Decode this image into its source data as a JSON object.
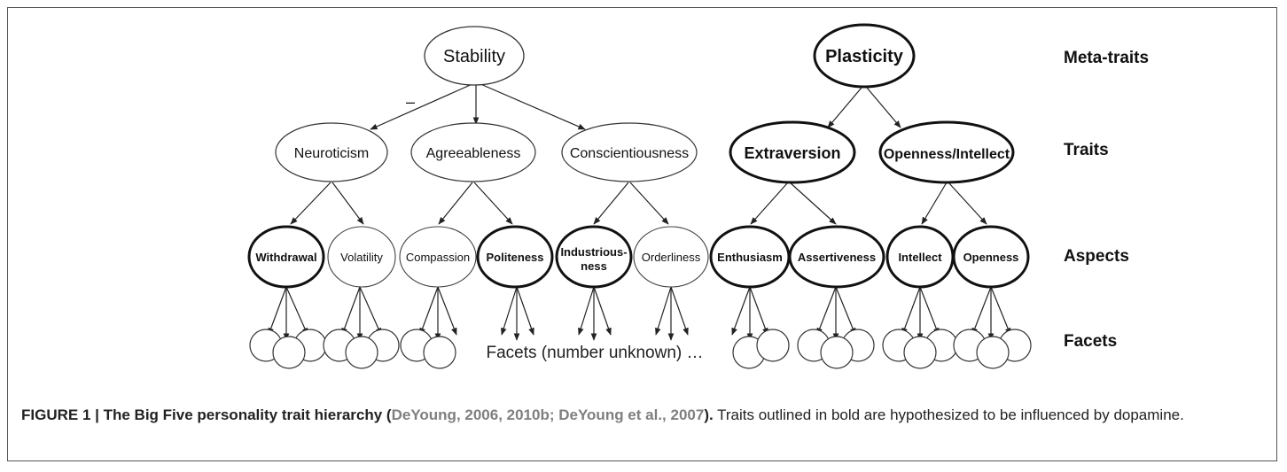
{
  "diagram": {
    "meta_traits": {
      "stability": "Stability",
      "plasticity": "Plasticity"
    },
    "minus_sign": "–",
    "traits": {
      "neuroticism": "Neuroticism",
      "agreeableness": "Agreeableness",
      "conscientiousness": "Conscientiousness",
      "extraversion": "Extraversion",
      "openness_intellect": "Openness/Intellect"
    },
    "aspects": {
      "withdrawal": "Withdrawal",
      "volatility": "Volatility",
      "compassion": "Compassion",
      "politeness": "Politeness",
      "industriousness_line1": "Industrious-",
      "industriousness_line2": "ness",
      "orderliness": "Orderliness",
      "enthusiasm": "Enthusiasm",
      "assertiveness": "Assertiveness",
      "intellect": "Intellect",
      "openness": "Openness"
    },
    "facets_note": "Facets (number unknown) …",
    "level_labels": {
      "meta_traits": "Meta-traits",
      "traits": "Traits",
      "aspects": "Aspects",
      "facets": "Facets"
    }
  },
  "caption": {
    "figure_label": "FIGURE 1 | The Big Five personality trait hierarchy (",
    "refs": "DeYoung, 2006, 2010b; DeYoung et al., 2007",
    "label_end": ").",
    "text": " Traits outlined in bold are hypothesized to be influenced by dopamine."
  }
}
